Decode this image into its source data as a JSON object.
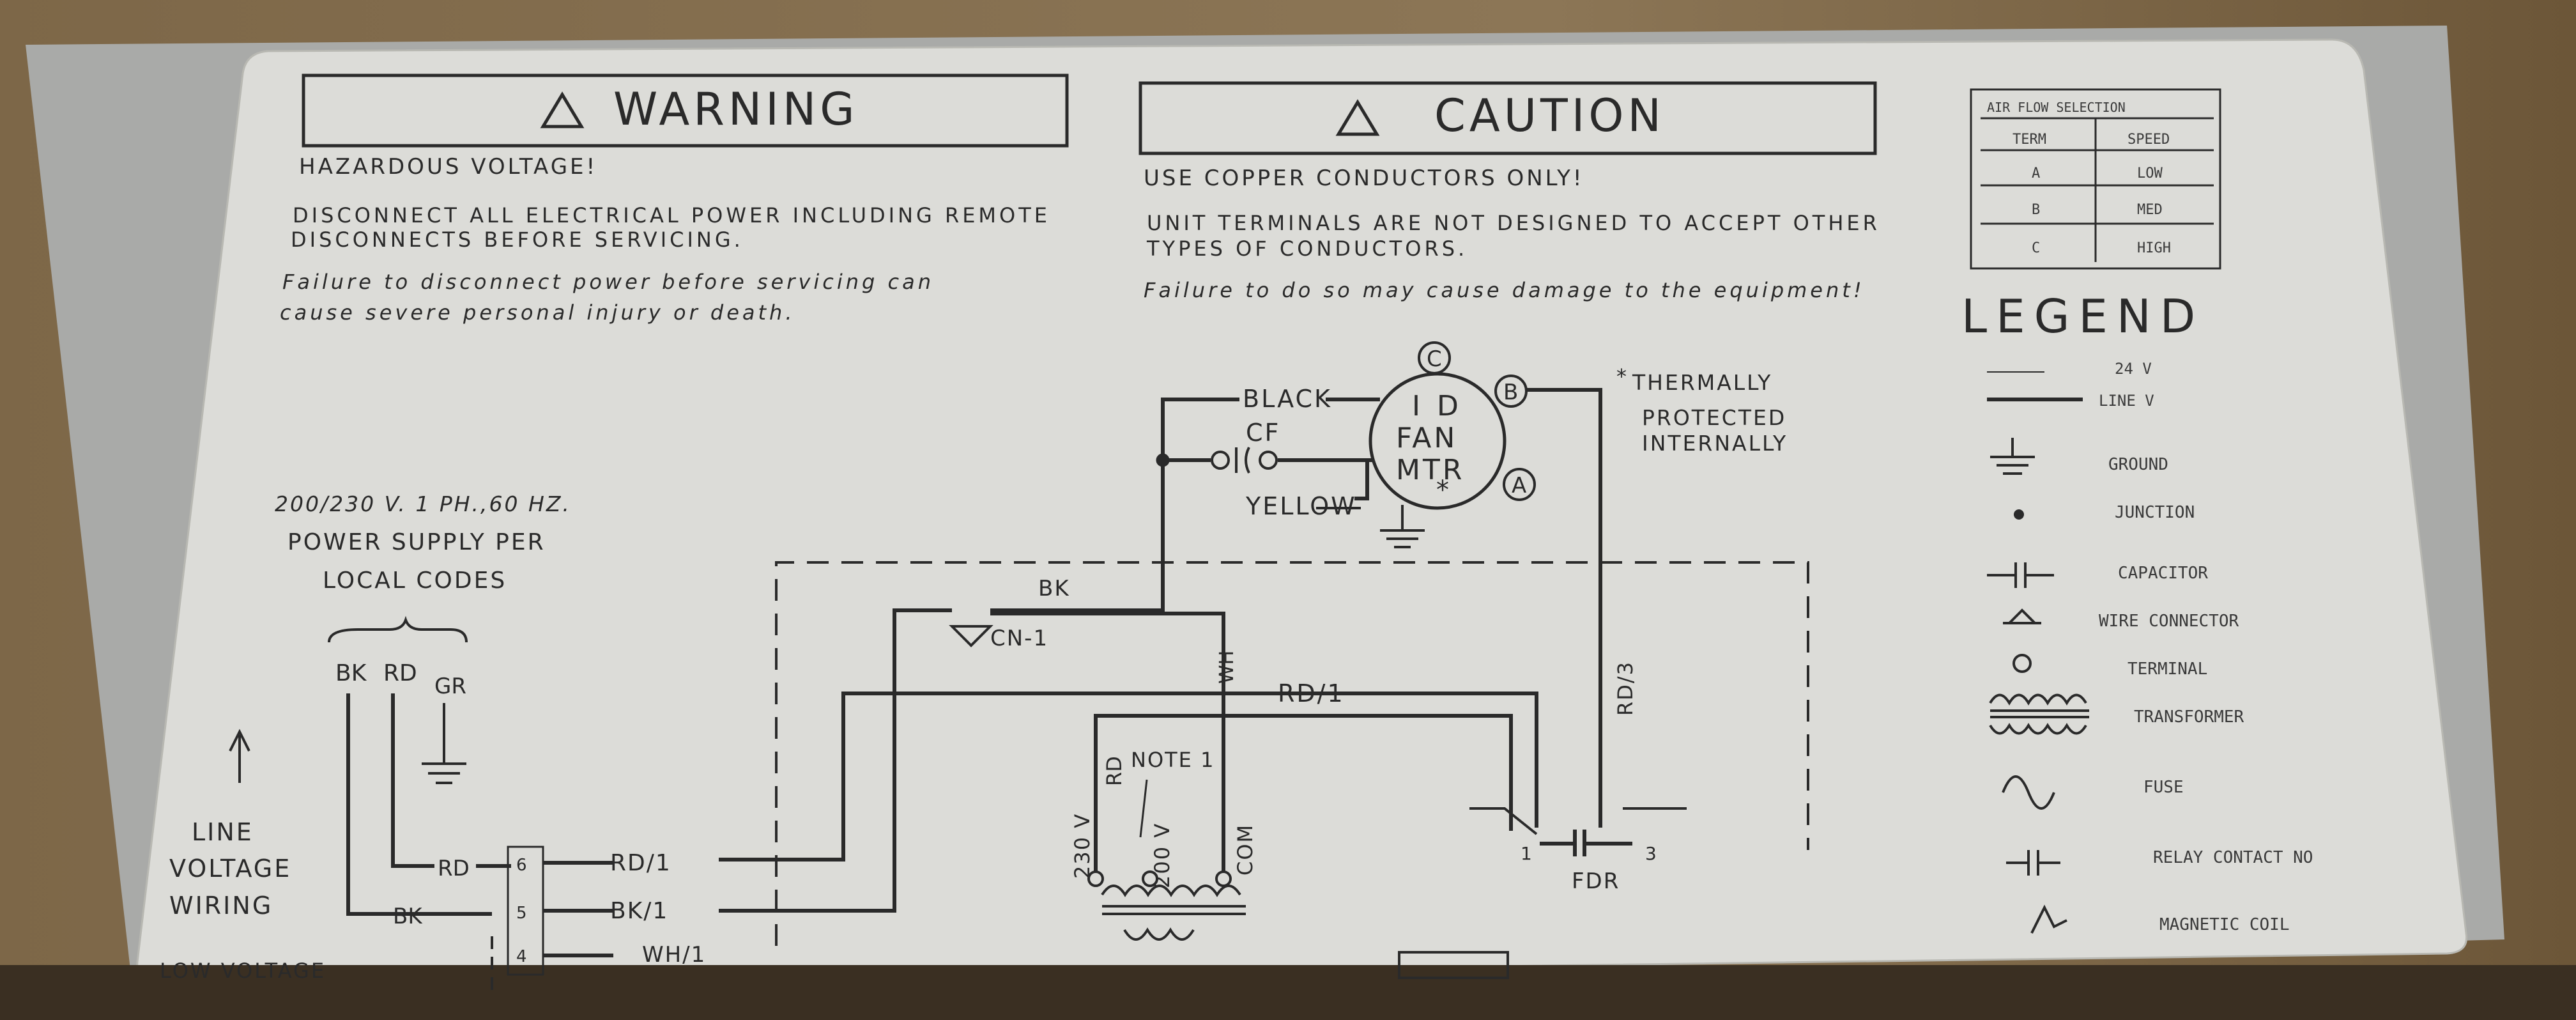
{
  "warning": {
    "title": "WARNING",
    "line1": "HAZARDOUS VOLTAGE!",
    "line2": "DISCONNECT ALL ELECTRICAL POWER INCLUDING REMOTE",
    "line3": "DISCONNECTS BEFORE SERVICING.",
    "line4": "Failure to disconnect power before servicing can",
    "line5": "cause severe personal injury or death."
  },
  "caution": {
    "title": "CAUTION",
    "line1": "USE COPPER CONDUCTORS ONLY!",
    "line2": "UNIT TERMINALS ARE NOT DESIGNED TO ACCEPT OTHER",
    "line3": "TYPES OF CONDUCTORS.",
    "line4": "Failure to do so may cause damage to the equipment!"
  },
  "airflow_table": {
    "title": "AIR FLOW SELECTION",
    "headers": [
      "TERM",
      "SPEED"
    ],
    "rows": [
      [
        "A",
        "LOW"
      ],
      [
        "B",
        "MED"
      ],
      [
        "C",
        "HIGH"
      ]
    ]
  },
  "legend": {
    "title": "LEGEND",
    "items": {
      "v24": "24 V",
      "line_v": "LINE V",
      "ground": "GROUND",
      "junction": "JUNCTION",
      "capacitor": "CAPACITOR",
      "wire_connector": "WIRE CONNECTOR",
      "terminal": "TERMINAL",
      "transformer": "TRANSFORMER",
      "fuse": "FUSE",
      "relay_contact": "RELAY CONTACT NO",
      "magnetic_coil": "MAGNETIC COIL"
    }
  },
  "power_supply": {
    "line1": "200/230 V. 1 PH.,60 HZ.",
    "line2": "POWER SUPPLY PER",
    "line3": "LOCAL CODES",
    "bk": "BK",
    "rd": "RD",
    "gr": "GR",
    "line_voltage_1": "LINE",
    "line_voltage_2": "VOLTAGE",
    "line_voltage_3": "WIRING",
    "lower_cut": "LOW VOLTAGE"
  },
  "diagram": {
    "motor": {
      "line1": "I D",
      "line2": "FAN",
      "line3": "MTR",
      "star": "*",
      "term_a": "A",
      "term_b": "B",
      "term_c": "C"
    },
    "black": "BLACK",
    "cf": "CF",
    "yellow": "YELLOW",
    "thermal_star": "*",
    "thermal_1": "THERMALLY",
    "thermal_2": "PROTECTED",
    "thermal_3": "INTERNALLY",
    "bk": "BK",
    "cn1": "CN-1",
    "wh": "WH",
    "rd1": "RD/1",
    "rd3": "RD/3",
    "note1": "NOTE 1",
    "rd_vert": "RD",
    "v230": "230 V",
    "v200": "200 V",
    "com": "COM",
    "fdr": "FDR",
    "fdr_1": "1",
    "fdr_3": "3",
    "term6": "6",
    "term5": "5",
    "term4": "4",
    "rd_left": "RD",
    "bk_left": "BK",
    "rd_slash1": "RD/1",
    "bk_slash1": "BK/1",
    "wh_slash1": "WH/1"
  },
  "colors": {
    "ink": "#2a2a2a",
    "plate": "#dcdcd8",
    "backing": "#a9aaa8",
    "wood": "#7d6748"
  }
}
